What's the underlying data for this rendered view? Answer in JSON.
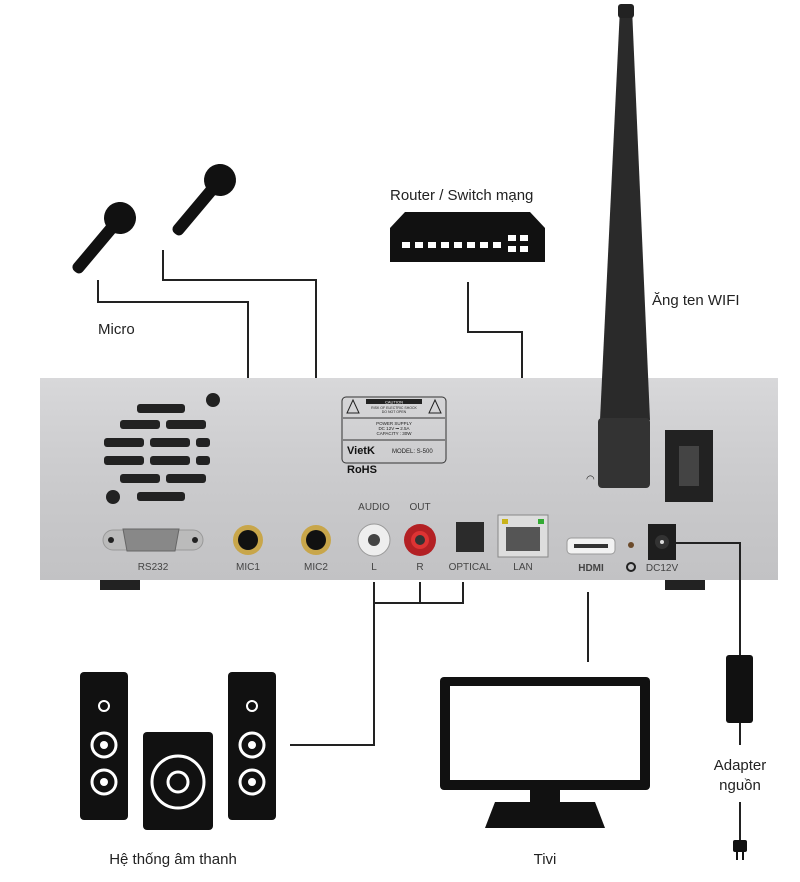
{
  "labels": {
    "micro": "Micro",
    "router": "Router / Switch mạng",
    "antenna": "Ăng ten WIFI",
    "speakers": "Hệ thống âm thanh",
    "tv": "Tivi",
    "adapter_line1": "Adapter",
    "adapter_line2": "nguồn"
  },
  "device": {
    "caution_title": "CAUTION",
    "caution_text1": "RISK OF ELECTRIC SHOCK",
    "caution_text2": "DO NOT OPEN",
    "power_supply": "POWER SUPPLY",
    "power_rating": "DC 12V ⎓ 2.5A",
    "capacity": "CAPACITY : 30W",
    "brand": "VietK",
    "model": "MODEL: S-500",
    "rohs": "RoHS",
    "ports": {
      "rs232": "RS232",
      "mic1": "MIC1",
      "mic2": "MIC2",
      "audio": "AUDIO",
      "out": "OUT",
      "left": "L",
      "right": "R",
      "optical": "OPTICAL",
      "lan": "LAN",
      "hdmi": "HDMI",
      "dc": "DC12V"
    }
  }
}
